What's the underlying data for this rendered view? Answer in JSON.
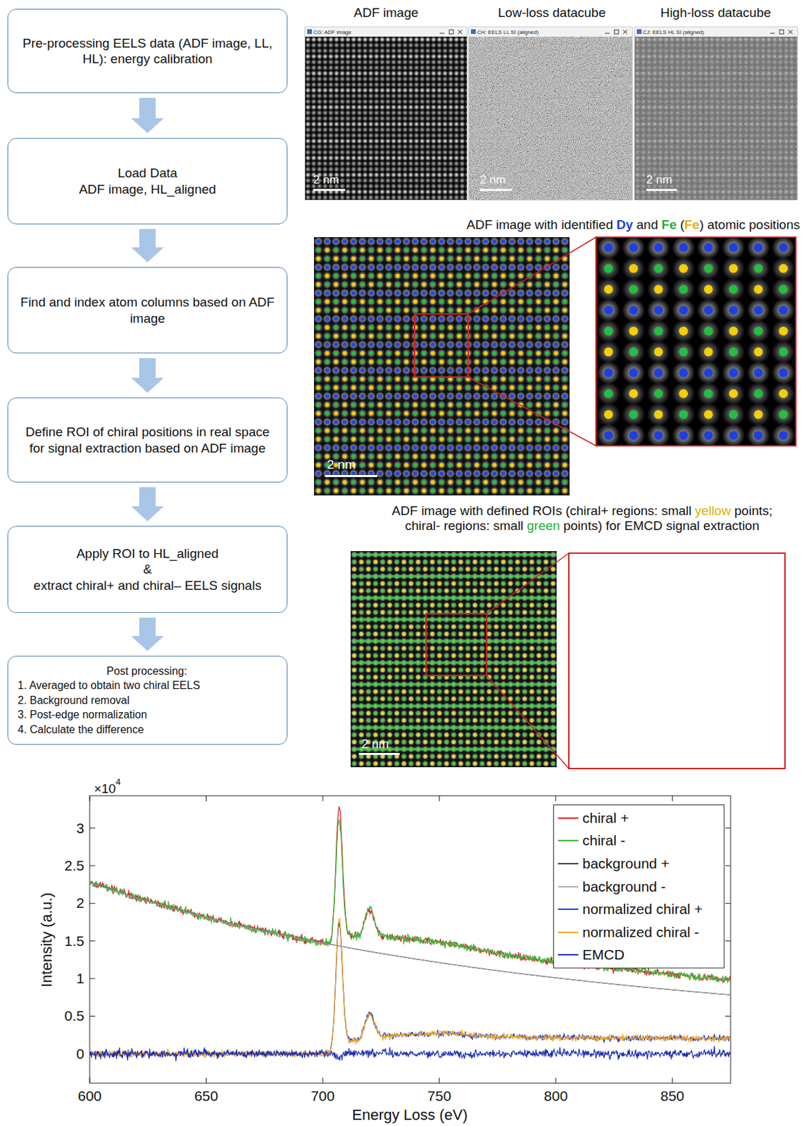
{
  "diagram": {
    "nodes": [
      {
        "text": [
          "Pre-processing EELS data (ADF image, LL, HL): energy calibration"
        ]
      },
      {
        "text": [
          "Load Data",
          "ADF image, HL_aligned"
        ]
      },
      {
        "text": [
          "Find and index atom columns based on ADF image"
        ]
      },
      {
        "text": [
          "Define ROI of chiral positions in real space for signal extraction based on ADF image"
        ]
      },
      {
        "text": [
          "Apply ROI to HL_aligned",
          "&",
          "extract chiral+ and chiral– EELS signals"
        ]
      },
      {
        "text": [
          "Post processing:",
          "1. Averaged to obtain two chiral EELS",
          "2. Background removal",
          "3. Post-edge normalization",
          "4. Calculate the difference"
        ]
      }
    ],
    "edges": [
      {
        "from": 0,
        "to": 1,
        "arrow": "to"
      },
      {
        "from": 1,
        "to": 2,
        "arrow": "to"
      },
      {
        "from": 2,
        "to": 3,
        "arrow": "to"
      },
      {
        "from": 3,
        "to": 4,
        "arrow": "to"
      },
      {
        "from": 4,
        "to": 5,
        "arrow": "to"
      }
    ],
    "labels": [
      "ADF image",
      "Low-loss datacube",
      "High-loss datacube",
      "CG: ADF image",
      "CH: EELS LL SI (aligned)",
      "CJ: EELS HL SI (aligned)",
      "2 nm",
      "2 nm",
      "2 nm",
      "ADF image with identified",
      "Dy",
      "and",
      "Fe",
      "(",
      "Fe",
      ") atomic positions",
      "2 nm",
      "ADF image with defined ROIs (chiral+ regions: small",
      "yellow",
      "points;",
      "chiral- regions: small",
      "green",
      "points) for EMCD signal extraction",
      "2 nm",
      "×10",
      "4",
      "600",
      "650",
      "700",
      "750",
      "800",
      "850",
      "0",
      "0.5",
      "1",
      "1.5",
      "2",
      "2.5",
      "3",
      "Intensity (a.u.)",
      "Energy Loss (eV)"
    ],
    "legend": [
      {
        "text": "chiral +"
      },
      {
        "text": "chiral -"
      },
      {
        "text": "background +"
      },
      {
        "text": "background -"
      },
      {
        "text": "normalized chiral +"
      },
      {
        "text": "normalized chiral -"
      },
      {
        "text": "EMCD"
      }
    ]
  }
}
